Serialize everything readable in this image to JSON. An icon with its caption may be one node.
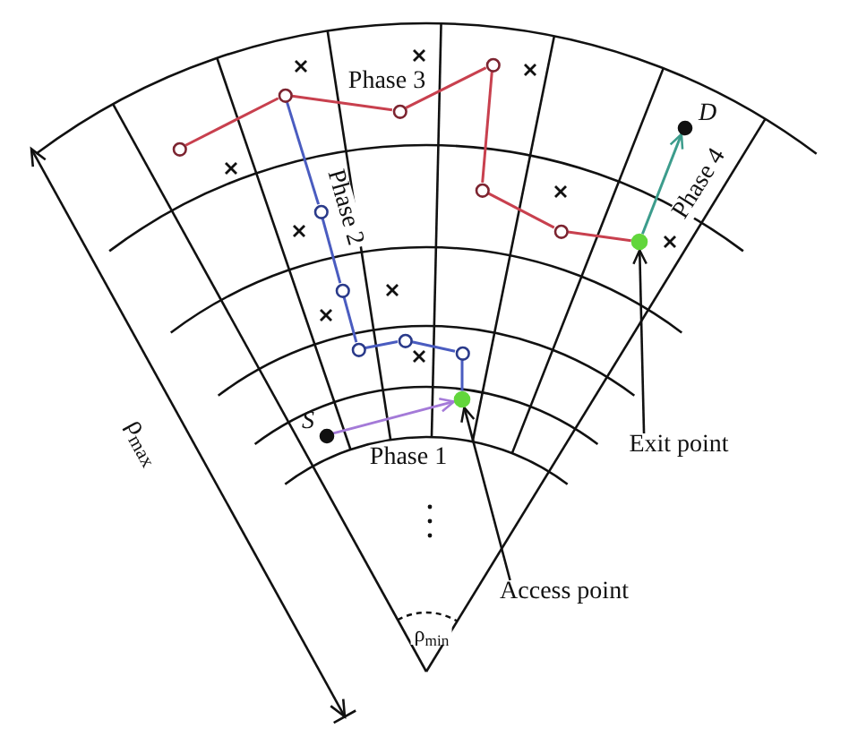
{
  "diagram": {
    "nodes": [
      {
        "text": [],
        "shape": "circle",
        "beside": [
          "S"
        ]
      },
      {
        "text": [],
        "shape": "circle"
      },
      {
        "text": [],
        "shape": "circle"
      },
      {
        "text": [],
        "shape": "circle"
      },
      {
        "text": [],
        "shape": "circle"
      },
      {
        "text": [],
        "shape": "circle"
      },
      {
        "text": [],
        "shape": "circle"
      },
      {
        "text": [],
        "shape": "circle"
      },
      {
        "text": [],
        "shape": "circle"
      },
      {
        "text": [],
        "shape": "circle"
      },
      {
        "text": [],
        "shape": "circle"
      },
      {
        "text": [],
        "shape": "circle"
      },
      {
        "text": [],
        "shape": "circle"
      },
      {
        "text": [],
        "shape": "circle"
      },
      {
        "text": [],
        "shape": "circle",
        "beside": [
          "D"
        ]
      },
      {
        "text": [
          "Access point"
        ]
      },
      {
        "text": [
          "Exit point"
        ]
      }
    ],
    "edges": [
      {
        "from": 0,
        "to": 1,
        "arrow": "to",
        "label": "Phase 1",
        "color": "#a47ad8"
      },
      {
        "from": 1,
        "to": 2,
        "arrow": "none",
        "color": "#4a5cc0"
      },
      {
        "from": 2,
        "to": 3,
        "arrow": "none",
        "color": "#4a5cc0"
      },
      {
        "from": 3,
        "to": 4,
        "arrow": "none",
        "color": "#4a5cc0"
      },
      {
        "from": 4,
        "to": 5,
        "arrow": "none",
        "color": "#4a5cc0"
      },
      {
        "from": 5,
        "to": 6,
        "arrow": "none",
        "label": "Phase 2",
        "color": "#4a5cc0"
      },
      {
        "from": 6,
        "to": 7,
        "arrow": "none",
        "color": "#4a5cc0"
      },
      {
        "from": 8,
        "to": 7,
        "arrow": "none",
        "color": "#c8404e"
      },
      {
        "from": 7,
        "to": 9,
        "arrow": "none",
        "label": "Phase 3",
        "color": "#c8404e"
      },
      {
        "from": 9,
        "to": 10,
        "arrow": "none",
        "color": "#c8404e"
      },
      {
        "from": 10,
        "to": 11,
        "arrow": "none",
        "color": "#c8404e"
      },
      {
        "from": 11,
        "to": 12,
        "arrow": "none",
        "color": "#c8404e"
      },
      {
        "from": 12,
        "to": 13,
        "arrow": "none",
        "color": "#c8404e"
      },
      {
        "from": 13,
        "to": 14,
        "arrow": "to",
        "label": "Phase 4",
        "color": "#3c9c8c"
      },
      {
        "from": 15,
        "to": 1,
        "arrow": "to",
        "color": "#111111"
      },
      {
        "from": 16,
        "to": 13,
        "arrow": "to",
        "color": "#111111"
      }
    ],
    "labels": [
      "ρ$_{max}$",
      "ρ$_{min}$"
    ]
  }
}
